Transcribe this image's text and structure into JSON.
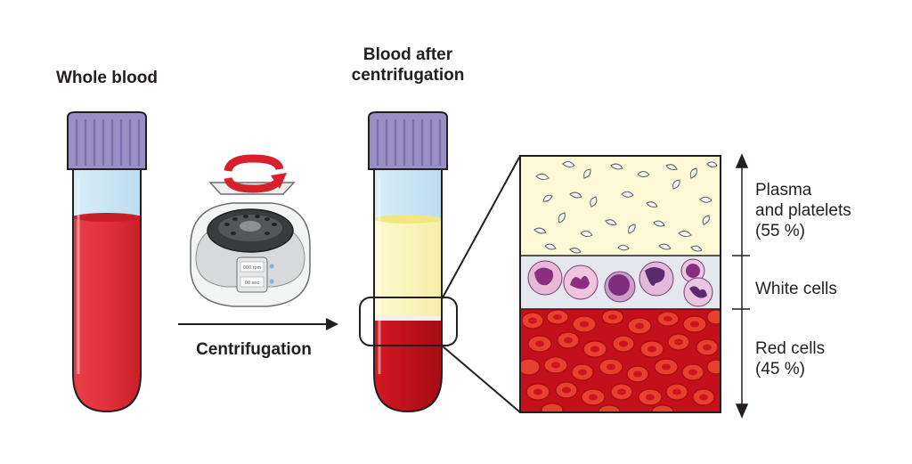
{
  "labels": {
    "whole_blood": "Whole blood",
    "after_line1": "Blood after",
    "after_line2": "centrifugation",
    "centrifugation": "Centrifugation",
    "centrifuge_display_rpm": "000 rpm",
    "centrifuge_display_sec": "00 sec"
  },
  "layers": {
    "plasma_line1": "Plasma",
    "plasma_line2": "and platelets",
    "plasma_line3": "(55 %)",
    "white_cells": "White cells",
    "red_line1": "Red cells",
    "red_line2": "(45 %)"
  },
  "colors": {
    "cap": "#9a8fc4",
    "cap_stripe": "#7b6fae",
    "blood": "#e1313b",
    "plasma": "#fbf6b8",
    "tube_air": "#cfe8f6",
    "red_layer": "#c4101a",
    "red_cell": "#e8402f",
    "wbc": "#9c3f8c",
    "inset_plasma_bg": "#fdf8d6",
    "inset_wbc_bg": "#e5e8ef"
  }
}
